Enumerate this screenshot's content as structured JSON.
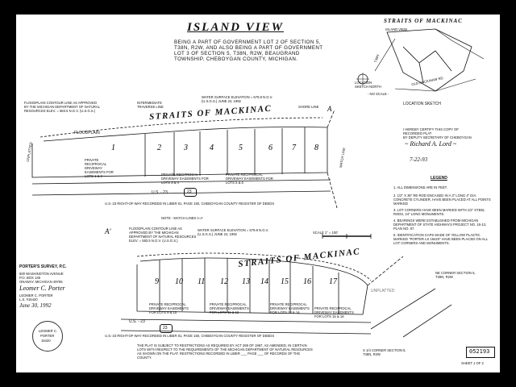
{
  "title": "ISLAND VIEW",
  "description": "BEING A PART OF GOVERNMENT LOT 2 OF SECTION 5, T38N, R2W, AND ALSO BEING A PART OF GOVERNMENT LOT 3 OF SECTION 5, T38N, R2W, BEAUGRAND TOWNSHIP, CHEBOYGAN COUNTY, MICHIGAN.",
  "location_sketch": {
    "title": "STRAITS OF MACKINAC",
    "island_view": "ISLAND VIEW",
    "caption": "LOCATION SKETCH",
    "no_scale": "- NO SCALE -",
    "location_sketch_note": "LOCATION SKETCH NORTH",
    "old_mackinaw_rd": "OLD MACKINAW RD.",
    "road_t38n": "T38N"
  },
  "certify": {
    "line1": "I HEREBY CERTIFY THIS COPY OF",
    "line2": "RECORDED PLAT",
    "line3": "BY DEPUTY SECRETARY OF CHEBOYGAN",
    "date": "7-22-93"
  },
  "upper_plan": {
    "straits_label": "STRAITS OF MACKINAC",
    "floodplain_label": "FLOODPLAIN",
    "contour_note": "FLOODPLAIN CONTOUR LINE AS APPROVED BY THE MICHIGAN DEPARTMENT OF NATURAL RESOURCES ELEV. = 583.5 N.G.V. (U.S.G.S.)",
    "intermediate_traverse": "INTERMEDIATE TRAVERSE LINE",
    "water_surface": "WATER SURFACE ELEVATION = 579.8 N.G.V. (U.S.G.S.) JUNE 24, 1992",
    "shore_line": "SHORE LINE",
    "highway": "U.S. - 23",
    "highway_shield": "23",
    "easement_1": "PRIVATE RECIPROCAL DRIVEWAY EASEMENTS FOR LOTS 1 & 2",
    "easement_2": "PRIVATE RECIPROCAL DRIVEWAY EASEMENTS FOR LOTS 3 & 4",
    "easement_3": "PRIVATE RECIPROCAL DRIVEWAY EASEMENTS FOR LOTS 5 & 6",
    "right_of_way": "U.S.-23 RIGHT-OF-WAY RECORDED IN LIBER 81, PAGE 150, CHEBOYGAN COUNTY REGISTER OF DEEDS",
    "match_line": "MATCH LINE",
    "section_line": "A",
    "lots": [
      "1",
      "2",
      "3",
      "4",
      "5",
      "6",
      "7",
      "8"
    ]
  },
  "match_note": "NOTE - MATCH LINES A-A'",
  "scale": "SCALE 1\" = 100'",
  "legend": {
    "title": "LEGEND",
    "items": [
      "1. ALL DIMENSIONS ARE IN FEET.",
      "2. 1/2\" X 36\" RE-ROD ENCASED IN A 3\" LONG 4\" DIA. CONCRETE CYLINDER, HAVE BEEN PLACED AT ALL POINTS MARKED",
      "3. LOT CORNERS HAVE BEEN MARKED WITH 1/2\" STEEL RODS, 24\" LONG MONUMENTS.",
      "4. BEARINGS WERE ESTABLISHED FROM MICHIGAN DEPARTMENT OF STATE HIGHWAYS PROJECT NO. 16-13, PLAN NO. 67.",
      "5. IDENTIFICATION CAPS MADE OF YELLOW PLASTIC MARKED \"PORTER LS 16420\" HAVE BEEN PLACED ON ALL LOT CORNERS AND MONUMENTS."
    ]
  },
  "lower_plan": {
    "straits_label": "STRAITS OF MACKINAC",
    "contour_note": "FLOODPLAIN CONTOUR LINE AS APPROVED BY THE MICHIGAN DEPARTMENT OF NATURAL RESOURCES ELEV. = 583.5 N.G.V. (U.S.G.S.)",
    "water_surface": "WATER SURFACE ELEVATION = 579.8 N.G.V. (U.S.G.S.) JUNE 24, 1992",
    "easement_1": "PRIVATE RECIPROCAL DRIVEWAY EASEMENTS FOR LOTS 9 & 10",
    "easement_2": "PRIVATE RECIPROCAL DRIVEWAY EASEMENTS FOR LOTS 11 & 12",
    "easement_3": "PRIVATE RECIPROCAL DRIVEWAY EASEMENTS FOR LOTS 13 & 14",
    "easement_4": "PRIVATE RECIPROCAL DRIVEWAY EASEMENTS FOR LOTS 15 & 16",
    "highway": "U.S. - 23",
    "highway_shield": "23",
    "right_of_way": "U.S.-23 RIGHT-OF-WAY RECORDED IN LIBER 81, PAGE 150, CHEBOYGAN COUNTY REGISTER OF DEEDS",
    "unplatted": "UNPLATTED",
    "section_line": "A'",
    "lots": [
      "9",
      "10",
      "11",
      "12",
      "13",
      "14",
      "15",
      "16",
      "17"
    ]
  },
  "surveyor": {
    "company": "PORTER'S SURVEY, P.C.",
    "address1": "500 WASHINGTON AVENUE",
    "address2": "P.O. BOX 149",
    "city": "ONAWAY, MICHIGAN 49765",
    "name": "LEOMER C. PORTER",
    "license": "L.S. #16420",
    "date": "June 30, 1992"
  },
  "seal": {
    "line1": "LEOMER C.",
    "line2": "PORTER",
    "line3": "16420"
  },
  "corner_notes": {
    "ne": "NE CORNER SECTION 5, T38N, R2W",
    "sw": "S 1/4 CORNER SECTION 5, T38N, R2W"
  },
  "bottom_note": "THE PLAT IS SUBJECT TO RESTRICTIONS AS REQUIRED BY ACT 288 OF 1967, AS AMENDED, IN CERTAIN LOTS WITH RESPECT TO THE REQUIREMENTS OF THE MICHIGAN DEPARTMENT OF NATURAL RESOURCES AS SHOWN ON THE PLAT. RESTRICTIONS RECORDED IN LIBER ___ PAGE ___ OF RECORDS OF THE COUNTY.",
  "document_number": "052193",
  "sheet": "SHEET 1 OF 2",
  "unplatted_left": "UNPLATTED"
}
